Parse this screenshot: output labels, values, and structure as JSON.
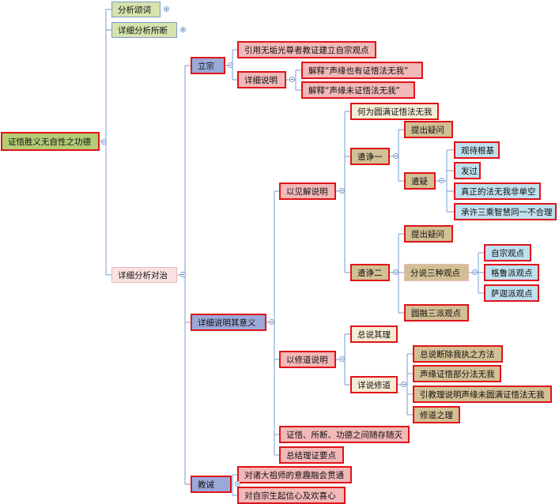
{
  "mindmap": {
    "root": "证悟胜义无自性之功德",
    "branch_song_analysis": "分析颂词",
    "branch_detailed_analysis": "详细分析所断",
    "branch_detailed_remedy": "详细分析对治",
    "lizong": "立宗",
    "lizong_quote": "引用无垢光尊者教证建立自宗观点",
    "lizong_detail": "详细说明",
    "explain_a": "解释“声缘也有证悟法无我”",
    "explain_b": "解释“声缘未证悟法无我”",
    "detail_meaning": "详细说明其意义",
    "view_explain": "以见解说明",
    "perfect_realization": "何为圆满证悟法无我",
    "refute_one": "遣诤一",
    "raise_doubt_1": "提出疑问",
    "resolve_doubt": "遣疑",
    "observe_capacity": "观待根基",
    "fault": "发过",
    "true_selflessness": "真正的法无我非单空",
    "three_vehicles": "承许三乘智慧同一不合理",
    "refute_two": "遣诤二",
    "raise_doubt_2": "提出疑问",
    "three_views": "分说三种观点",
    "own_view": "自宗观点",
    "gelug_view": "格鲁派观点",
    "sakya_view": "萨迦派观点",
    "merge_three": "圆融三派观点",
    "practice_explain": "以修道说明",
    "practice_summary": "总说其理",
    "practice_detail": "详说修道",
    "practice_method": "总说断除我执之方法",
    "partial_selflessness": "声缘证悟部分法无我",
    "reasoning_incomplete": "引教理说明声缘未圆满证悟法无我",
    "path_principle": "修道之理",
    "coexist": "证悟、所断、功德之间随存随灭",
    "summary_key": "总结理证要点",
    "teaching": "教诫",
    "masters_synthesis": "对诸大祖师的意趣融会贯通",
    "faith_joy": "对自宗生起信心及欢喜心"
  },
  "colors": {
    "line": "#7a9ccc",
    "red_border": "#e0141a",
    "blue_border": "#7a9ccc"
  }
}
